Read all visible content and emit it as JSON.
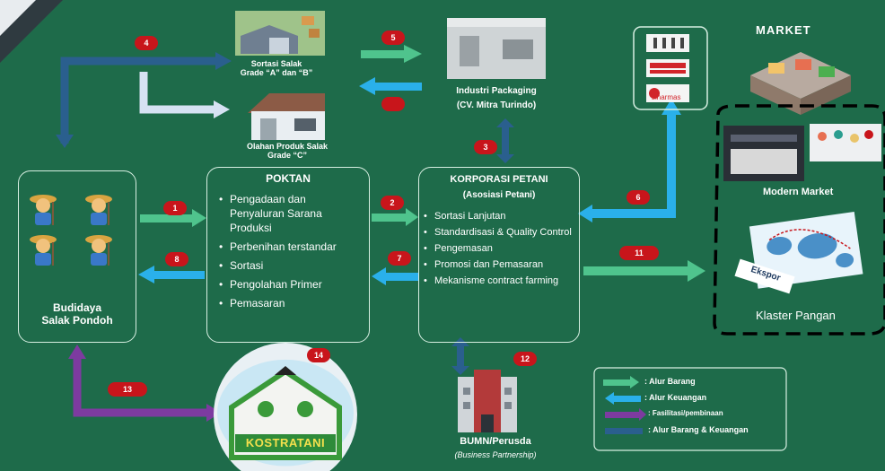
{
  "colors": {
    "background": "#1e6b4a",
    "alur_barang": "#4fc48d",
    "alur_keuangan": "#2ab0ea",
    "fasilitasi": "#7d3ba0",
    "alur_barang_keuangan": "#2a5f8e",
    "marker": "#c8151b"
  },
  "nodes": {
    "budidaya": "Budidaya\nSalak Pondoh",
    "poktan": {
      "title": "POKTAN",
      "items": [
        "Pengadaan dan Penyaluran Sarana Produksi",
        "Perbenihan terstandar",
        "Sortasi",
        "Pengolahan Primer",
        "Pemasaran"
      ]
    },
    "korporasi": {
      "title": "KORPORASI PETANI",
      "subtitle": "(Asosiasi Petani)",
      "items": [
        "Sortasi Lanjutan",
        "Standardisasi & Quality Control",
        "Pengemasan",
        "Promosi dan Pemasaran",
        "Mekanisme contract farming"
      ]
    },
    "sortasi": "Sortasi Salak\nGrade “A” dan “B”",
    "olahan": "Olahan Produk Salak\nGrade “C”",
    "industri": "Industri Packaging\n(CV. Mitra Turindo)",
    "market_title": "MARKET",
    "modern_market": "Modern Market",
    "klaster": "Klaster Pangan",
    "ekspor": "Ekspor",
    "bumn": "BUMN/Perusda",
    "bumn_sub": "(Business Partnership)",
    "kostratani": "KOSTRATANI",
    "bank_label": "sinarmas"
  },
  "markers": [
    "1",
    "2",
    "3",
    "4",
    "5",
    "6",
    "7",
    "8",
    "11",
    "12",
    "13",
    "14"
  ],
  "legend": [
    {
      "label": ": Alur Barang",
      "color": "#4fc48d"
    },
    {
      "label": ": Alur Keuangan",
      "color": "#2ab0ea"
    },
    {
      "label": ": Fasilitasi/pembinaan",
      "color": "#7d3ba0"
    },
    {
      "label": ": Alur Barang & Keuangan",
      "color": "#2a5f8e"
    }
  ]
}
